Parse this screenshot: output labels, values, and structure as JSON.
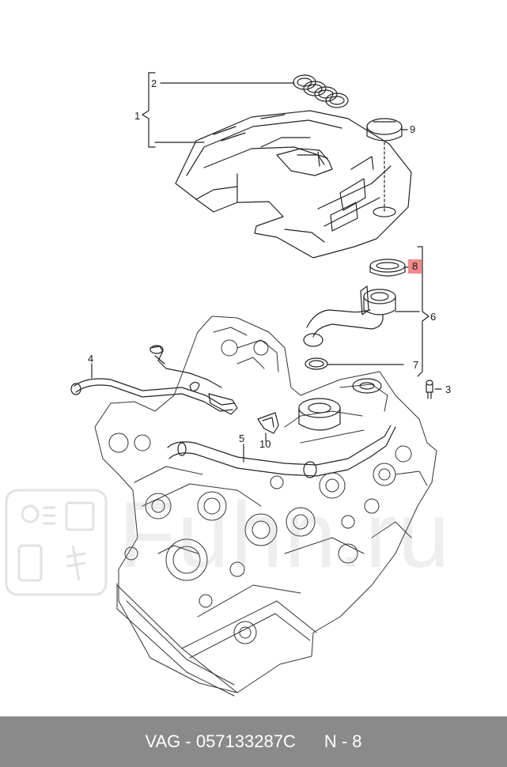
{
  "callouts": {
    "c1": "1",
    "c2": "2",
    "c3": "3",
    "c4": "4",
    "c5": "5",
    "c6": "6",
    "c7": "7",
    "c8": "8",
    "c9": "9",
    "c10": "10"
  },
  "highlight_color": "#f28b8b",
  "watermark": {
    "text": "Fuhn.ru"
  },
  "footer": {
    "part_number": "VAG - 057133287C",
    "ref": "N - 8"
  }
}
